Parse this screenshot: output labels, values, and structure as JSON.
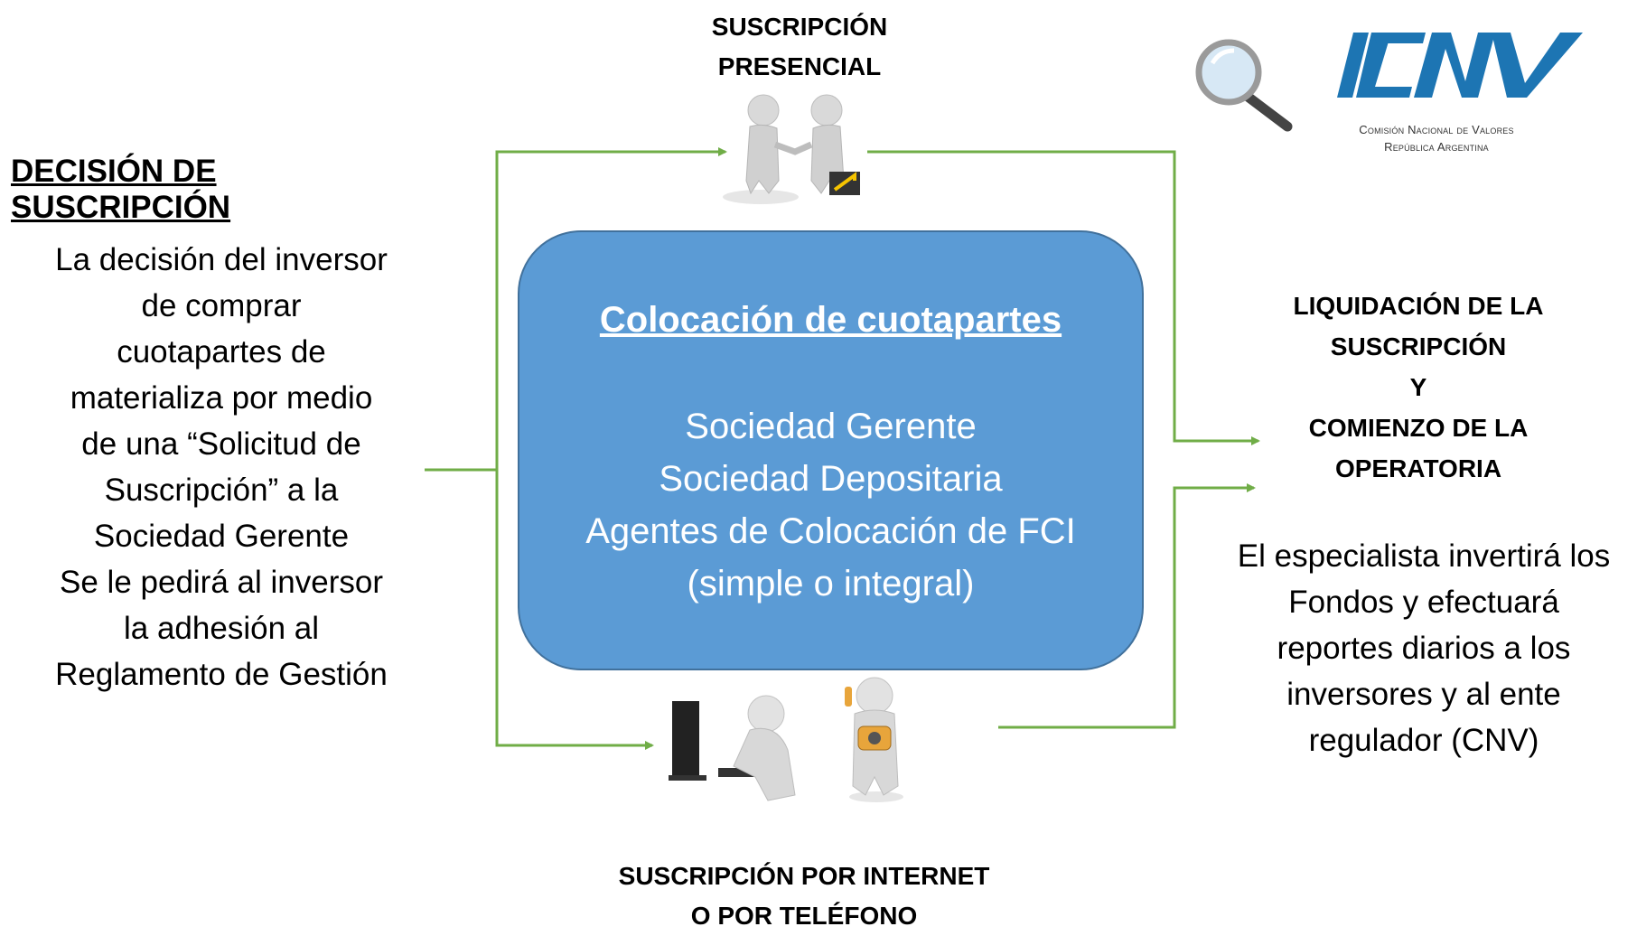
{
  "left": {
    "title": "DECISIÓN DE SUSCRIPCIÓN",
    "lines": [
      "La decisión del inversor",
      "de comprar",
      "cuotapartes de",
      "materializa por medio",
      "de una “Solicitud de",
      "Suscripción” a la",
      "Sociedad Gerente",
      "Se le pedirá al inversor",
      "la adhesión al",
      "Reglamento de Gestión"
    ]
  },
  "top_label": [
    "SUSCRIPCIÓN",
    "PRESENCIAL"
  ],
  "bottom_label": [
    "SUSCRIPCIÓN POR INTERNET",
    "O POR TELÉFONO"
  ],
  "center_box": {
    "title": "Colocación de cuotapartes",
    "lines": [
      "Sociedad Gerente",
      "Sociedad Depositaria",
      "Agentes de Colocación de FCI",
      "(simple o integral)"
    ]
  },
  "right": {
    "title_lines": [
      "LIQUIDACIÓN DE LA",
      "SUSCRIPCIÓN",
      "Y",
      "COMIENZO DE LA",
      "OPERATORIA"
    ],
    "text_lines": [
      "El especialista invertirá los",
      "Fondos y efectuará",
      "reportes diarios a los",
      "inversores y  al ente",
      "regulador (CNV)"
    ]
  },
  "logo": {
    "wordmark": "CNV",
    "subtitle_lines": [
      "Comisión Nacional de Valores",
      "República Argentina"
    ]
  },
  "colors": {
    "box_fill": "#5b9bd5",
    "arrow": "#70ad47",
    "logo_blue": "#1d75b3"
  },
  "icons": [
    "handshake-people-icon",
    "computer-user-icon",
    "phone-person-icon",
    "magnifier-icon"
  ]
}
